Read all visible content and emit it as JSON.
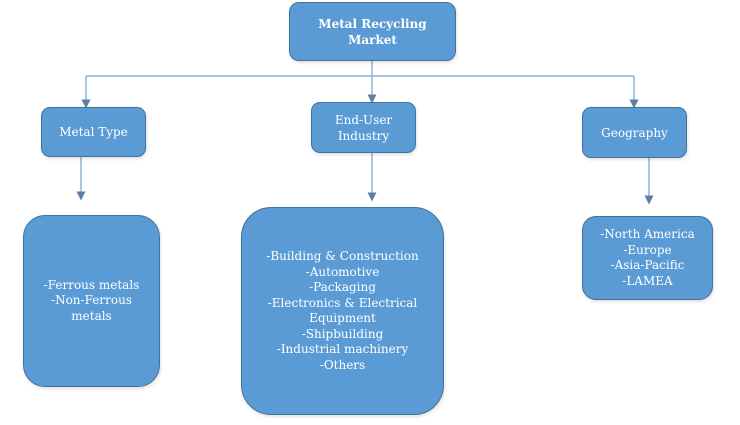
{
  "diagram": {
    "title": "Metal Recycling Market",
    "title_lines": [
      "Metal Recycling",
      "Market"
    ],
    "colors": {
      "box_fill": "#5b9bd5",
      "box_border": "#41719c",
      "connector": "#8eb4d9",
      "text": "#ffffff"
    },
    "categories": [
      {
        "label": "Metal Type",
        "items": [
          "-Ferrous metals",
          "-Non-Ferrous metals"
        ]
      },
      {
        "label": "End-User Industry",
        "label_lines": [
          "End-User",
          "Industry"
        ],
        "items": [
          "-Building & Construction",
          "-Automotive",
          "-Packaging",
          "-Electronics & Electrical Equipment",
          "-Shipbuilding",
          "-Industrial machinery",
          "-Others"
        ]
      },
      {
        "label": "Geography",
        "items": [
          "-North America",
          "-Europe",
          "-Asia-Pacific",
          "-LAMEA"
        ]
      }
    ]
  }
}
